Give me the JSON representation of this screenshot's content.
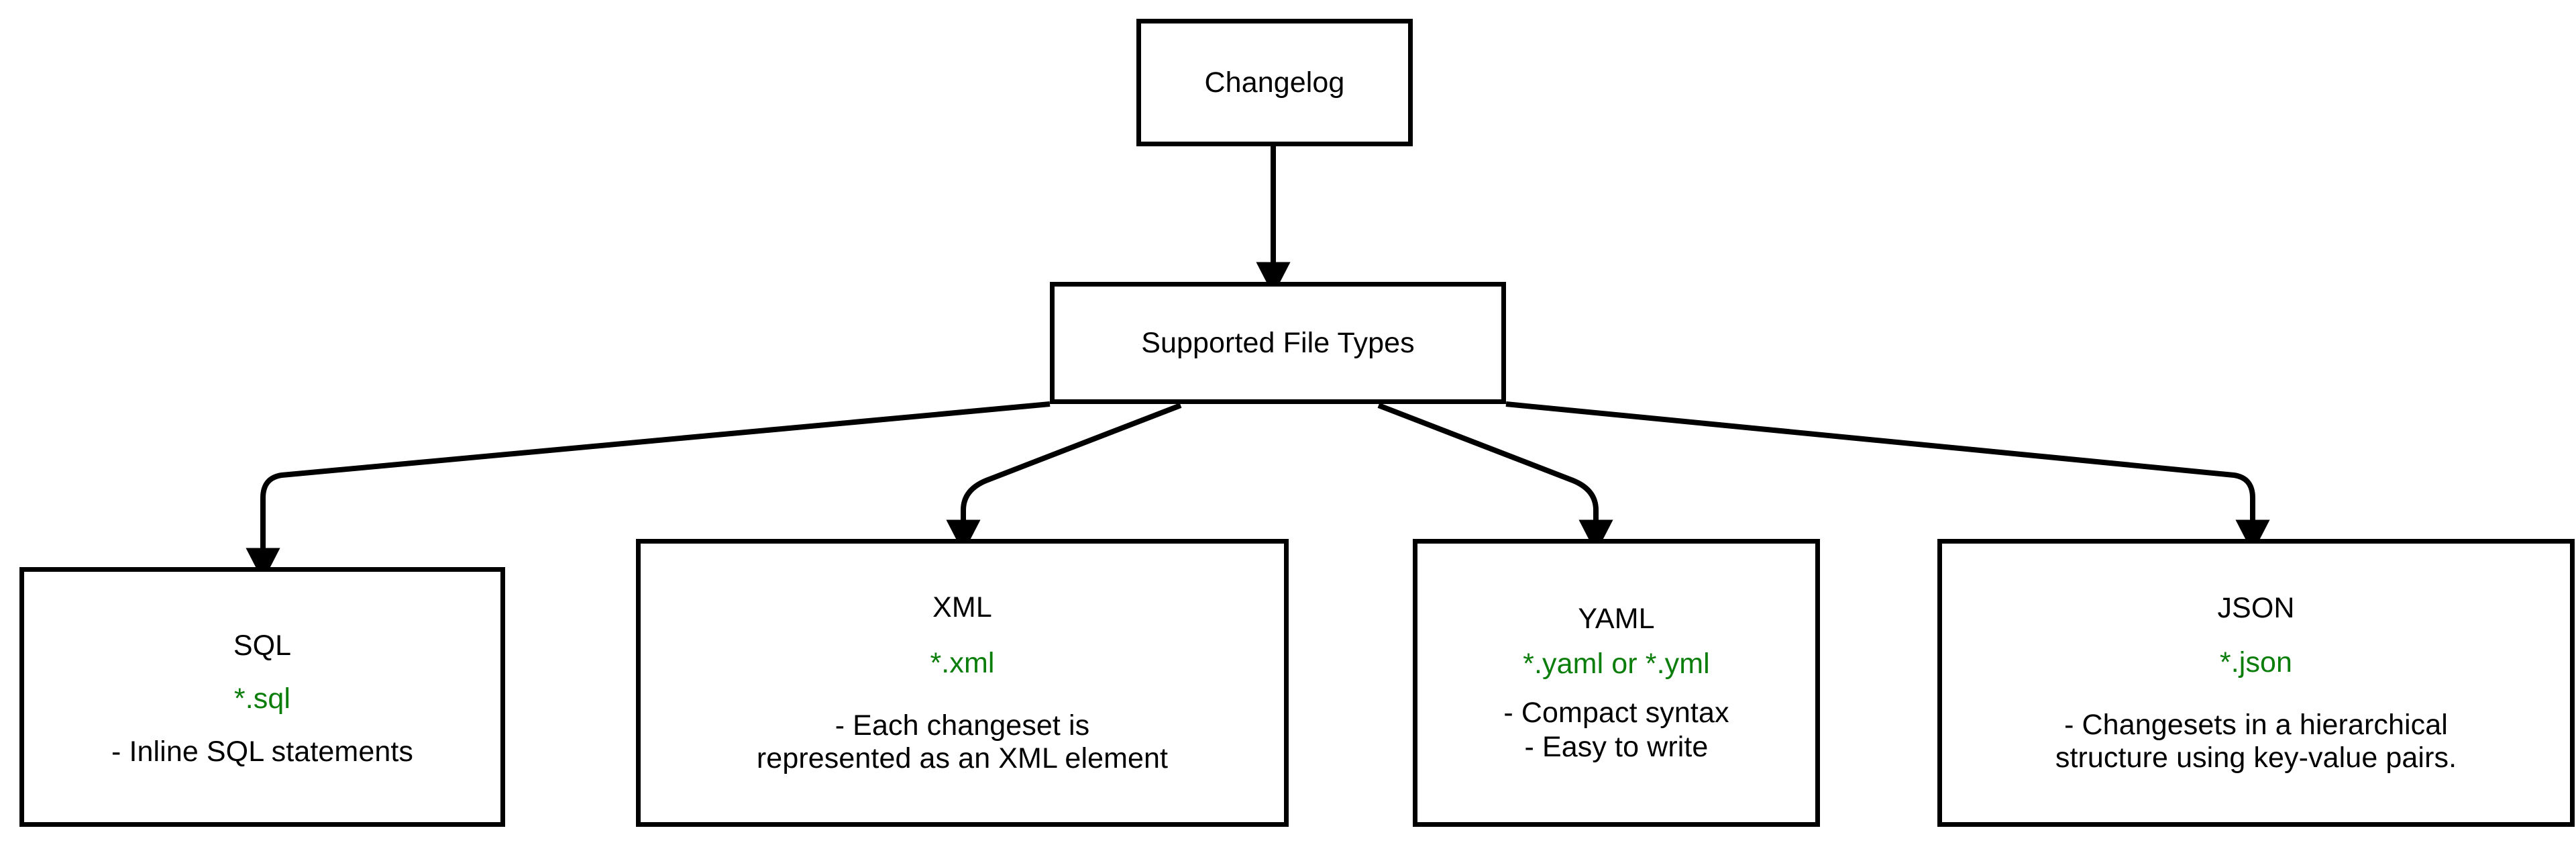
{
  "diagram": {
    "type": "flowchart",
    "orientation": "top-down",
    "background_color": "#ffffff",
    "node_border_color": "#000000",
    "edge_color": "#000000",
    "text_color": "#000000",
    "extension_color": "#0a7d0a"
  },
  "nodes": {
    "changelog": {
      "id": "changelog",
      "title": "Changelog"
    },
    "supported": {
      "id": "supported",
      "title": "Supported File Types"
    },
    "sql": {
      "id": "sql",
      "title": "SQL",
      "extension": "*.sql",
      "details": [
        "- Inline SQL statements"
      ]
    },
    "xml": {
      "id": "xml",
      "title": "XML",
      "extension": "*.xml",
      "details": [
        "- Each changeset is",
        "represented as an XML element"
      ]
    },
    "yaml": {
      "id": "yaml",
      "title": "YAML",
      "extension": "*.yaml or *.yml",
      "details": [
        "- Compact syntax",
        "- Easy to write"
      ]
    },
    "json": {
      "id": "json",
      "title": "JSON",
      "extension": "*.json",
      "details": [
        "- Changesets in a hierarchical",
        "structure using key-value pairs."
      ]
    }
  },
  "edges": [
    {
      "from": "changelog",
      "to": "supported",
      "arrowhead": "triangle"
    },
    {
      "from": "supported",
      "to": "sql",
      "arrowhead": "triangle"
    },
    {
      "from": "supported",
      "to": "xml",
      "arrowhead": "triangle"
    },
    {
      "from": "supported",
      "to": "yaml",
      "arrowhead": "triangle"
    },
    {
      "from": "supported",
      "to": "json",
      "arrowhead": "triangle"
    }
  ]
}
